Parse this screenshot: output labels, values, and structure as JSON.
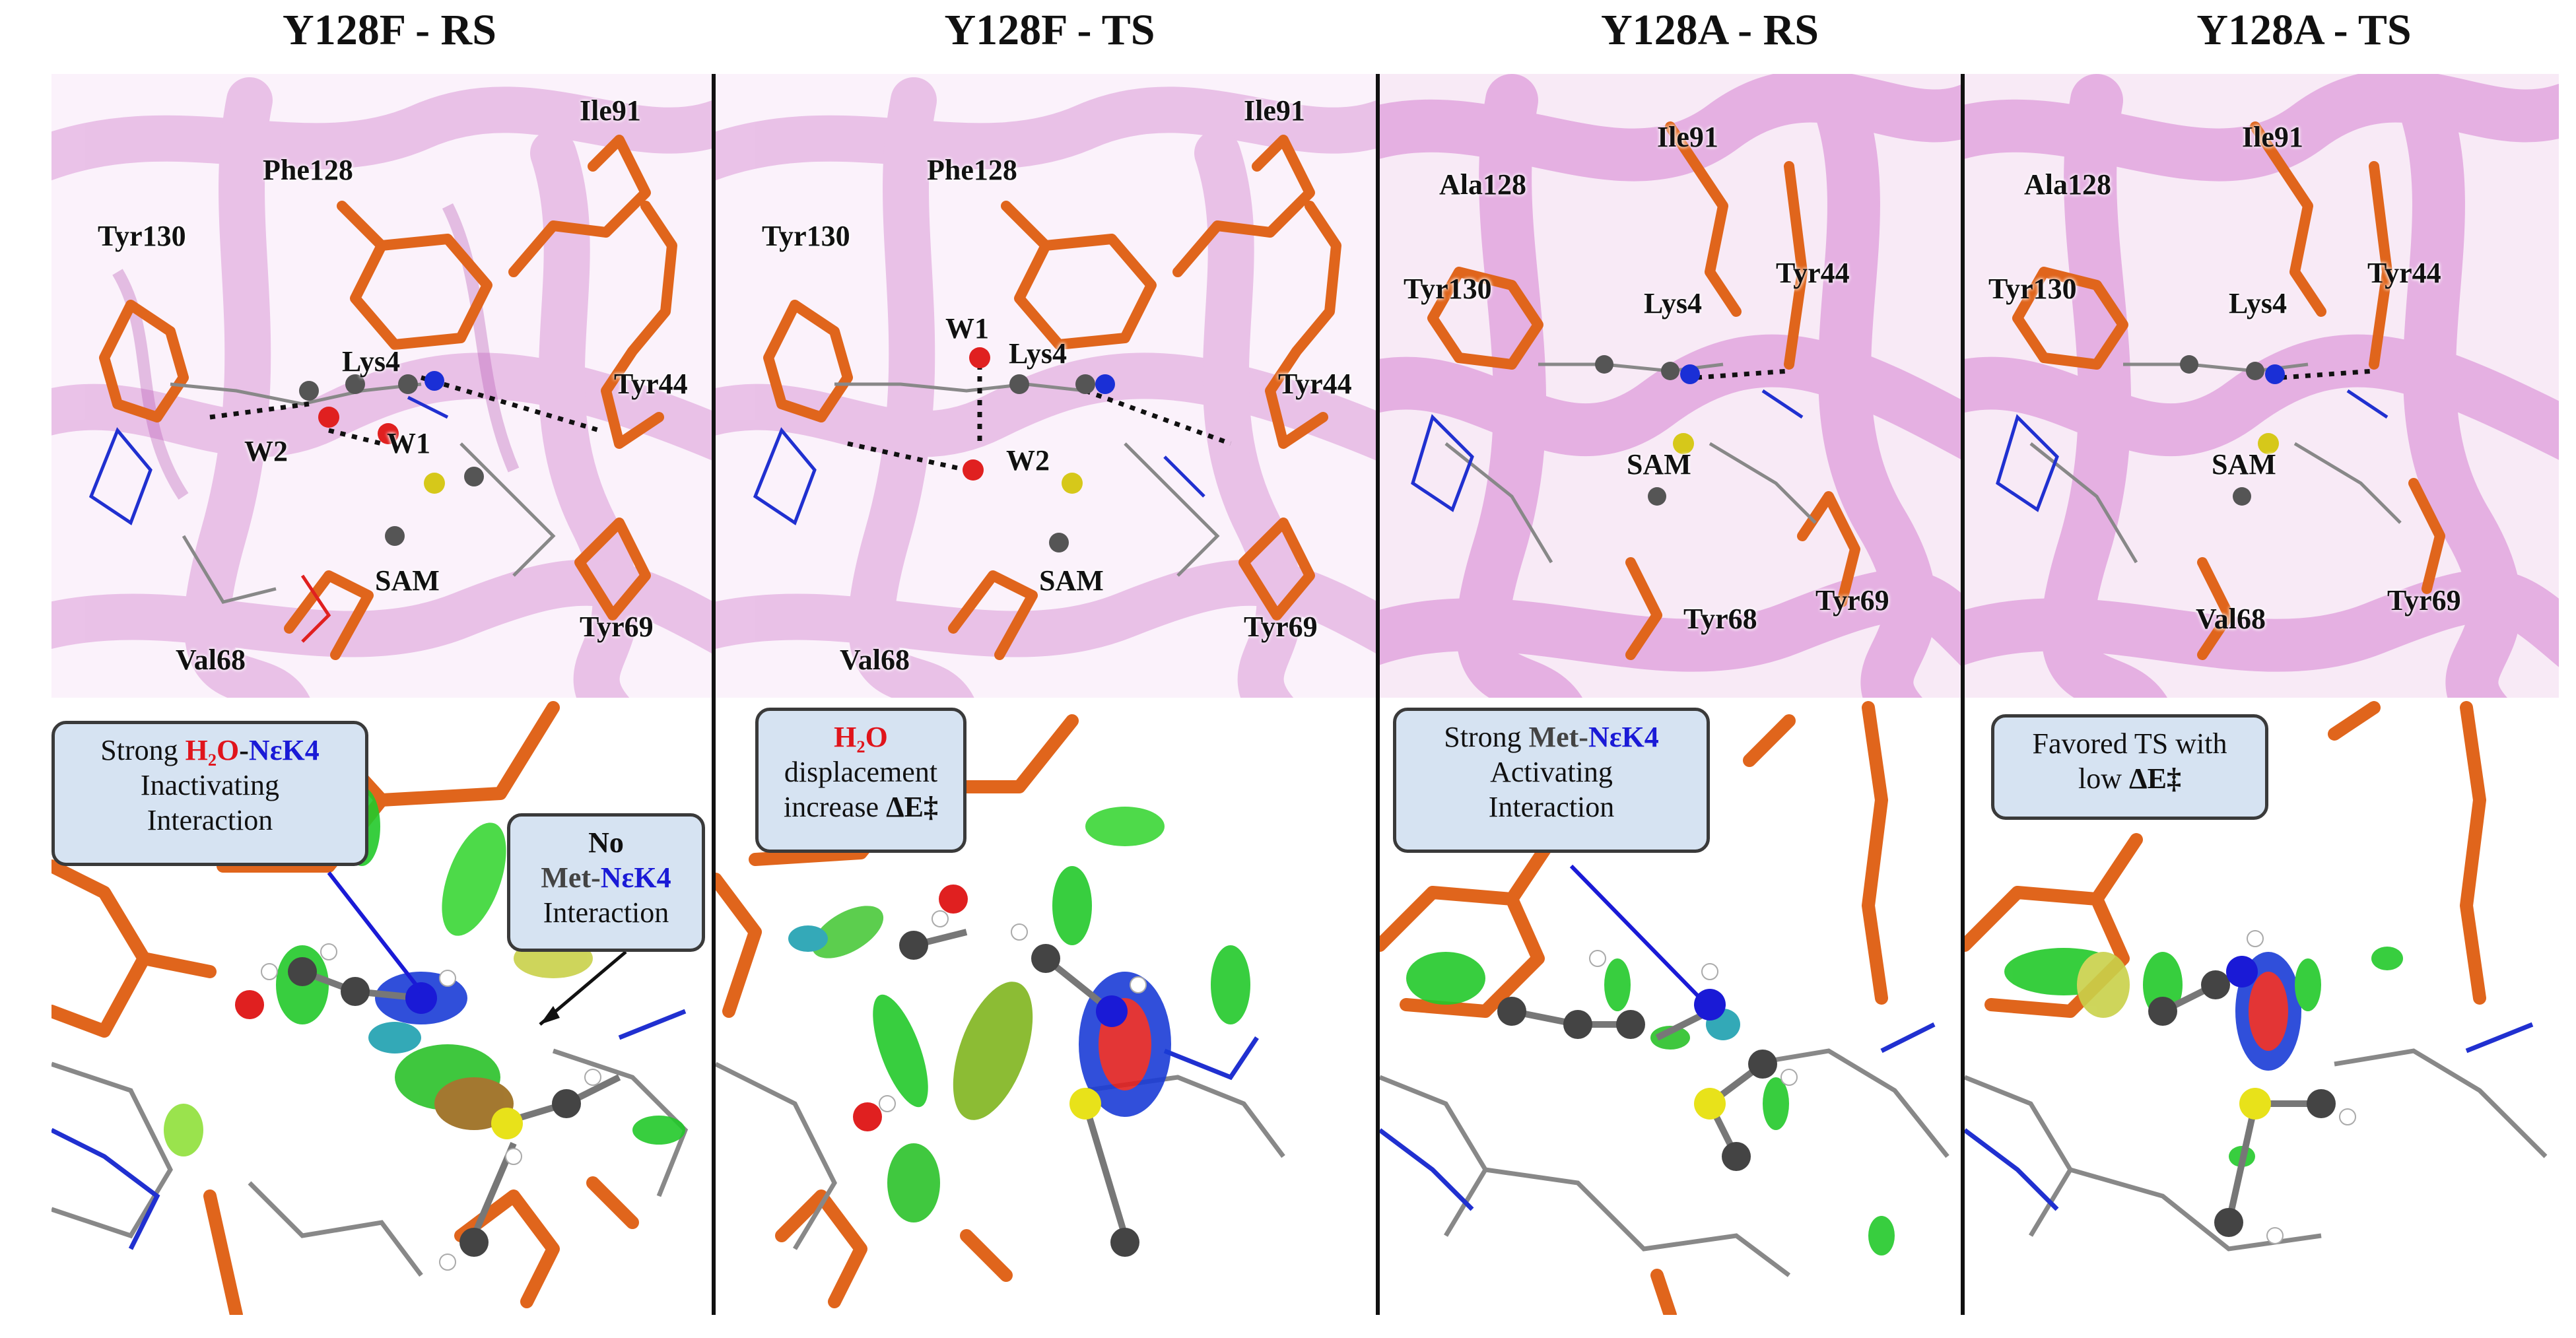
{
  "titles": [
    "Y128F - RS",
    "Y128F - TS",
    "Y128A - RS",
    "Y128A - TS"
  ],
  "labels": {
    "p1": {
      "ile": "Ile91",
      "phe": "Phe128",
      "tyr130": "Tyr130",
      "lys4": "Lys4",
      "tyr44": "Tyr44",
      "w1": "W1",
      "w2": "W2",
      "sam": "SAM",
      "val68": "Val68",
      "tyr69": "Tyr69"
    },
    "p2": {
      "ile": "Ile91",
      "phe": "Phe128",
      "tyr130": "Tyr130",
      "lys4": "Lys4",
      "tyr44": "Tyr44",
      "w1": "W1",
      "w2": "W2",
      "sam": "SAM",
      "val68": "Val68",
      "tyr69": "Tyr69"
    },
    "p3": {
      "ile": "Ile91",
      "ala": "Ala128",
      "tyr130": "Tyr130",
      "lys4": "Lys4",
      "tyr44": "Tyr44",
      "sam": "SAM",
      "tyr68": "Tyr68",
      "tyr69": "Tyr69"
    },
    "p4": {
      "ile": "Ile91",
      "ala": "Ala128",
      "tyr130": "Tyr130",
      "lys4": "Lys4",
      "tyr44": "Tyr44",
      "sam": "SAM",
      "val68": "Val68",
      "tyr69": "Tyr69"
    }
  },
  "callouts": {
    "c1": {
      "pre": "Strong ",
      "h2o": "H₂O",
      "dash": "-",
      "nek": "NεK4",
      "l2": "Inactivating",
      "l3": "Interaction"
    },
    "c2": {
      "l1": "No",
      "met": "Met-",
      "nek": "NεK4",
      "l3": "Interaction"
    },
    "c3": {
      "h2o": "H₂O",
      "l2": "displacement",
      "l3a": "increase ",
      "de": "ΔE‡"
    },
    "c4": {
      "pre": "Strong ",
      "met": "Met-",
      "nek": "NεK4",
      "l2": "Activating",
      "l3": "Interaction"
    },
    "c5": {
      "l1": "Favored TS with",
      "l2a": "low ",
      "de": "ΔE‡"
    }
  },
  "colors": {
    "carbon_stick": "#e0651c",
    "ribbon": "#d98bd6",
    "nci_green": "#22c92a",
    "nci_blue": "#1a3cd6",
    "arrow_blue": "#1a1ad6",
    "callout_bg": "#d6e3f2"
  }
}
